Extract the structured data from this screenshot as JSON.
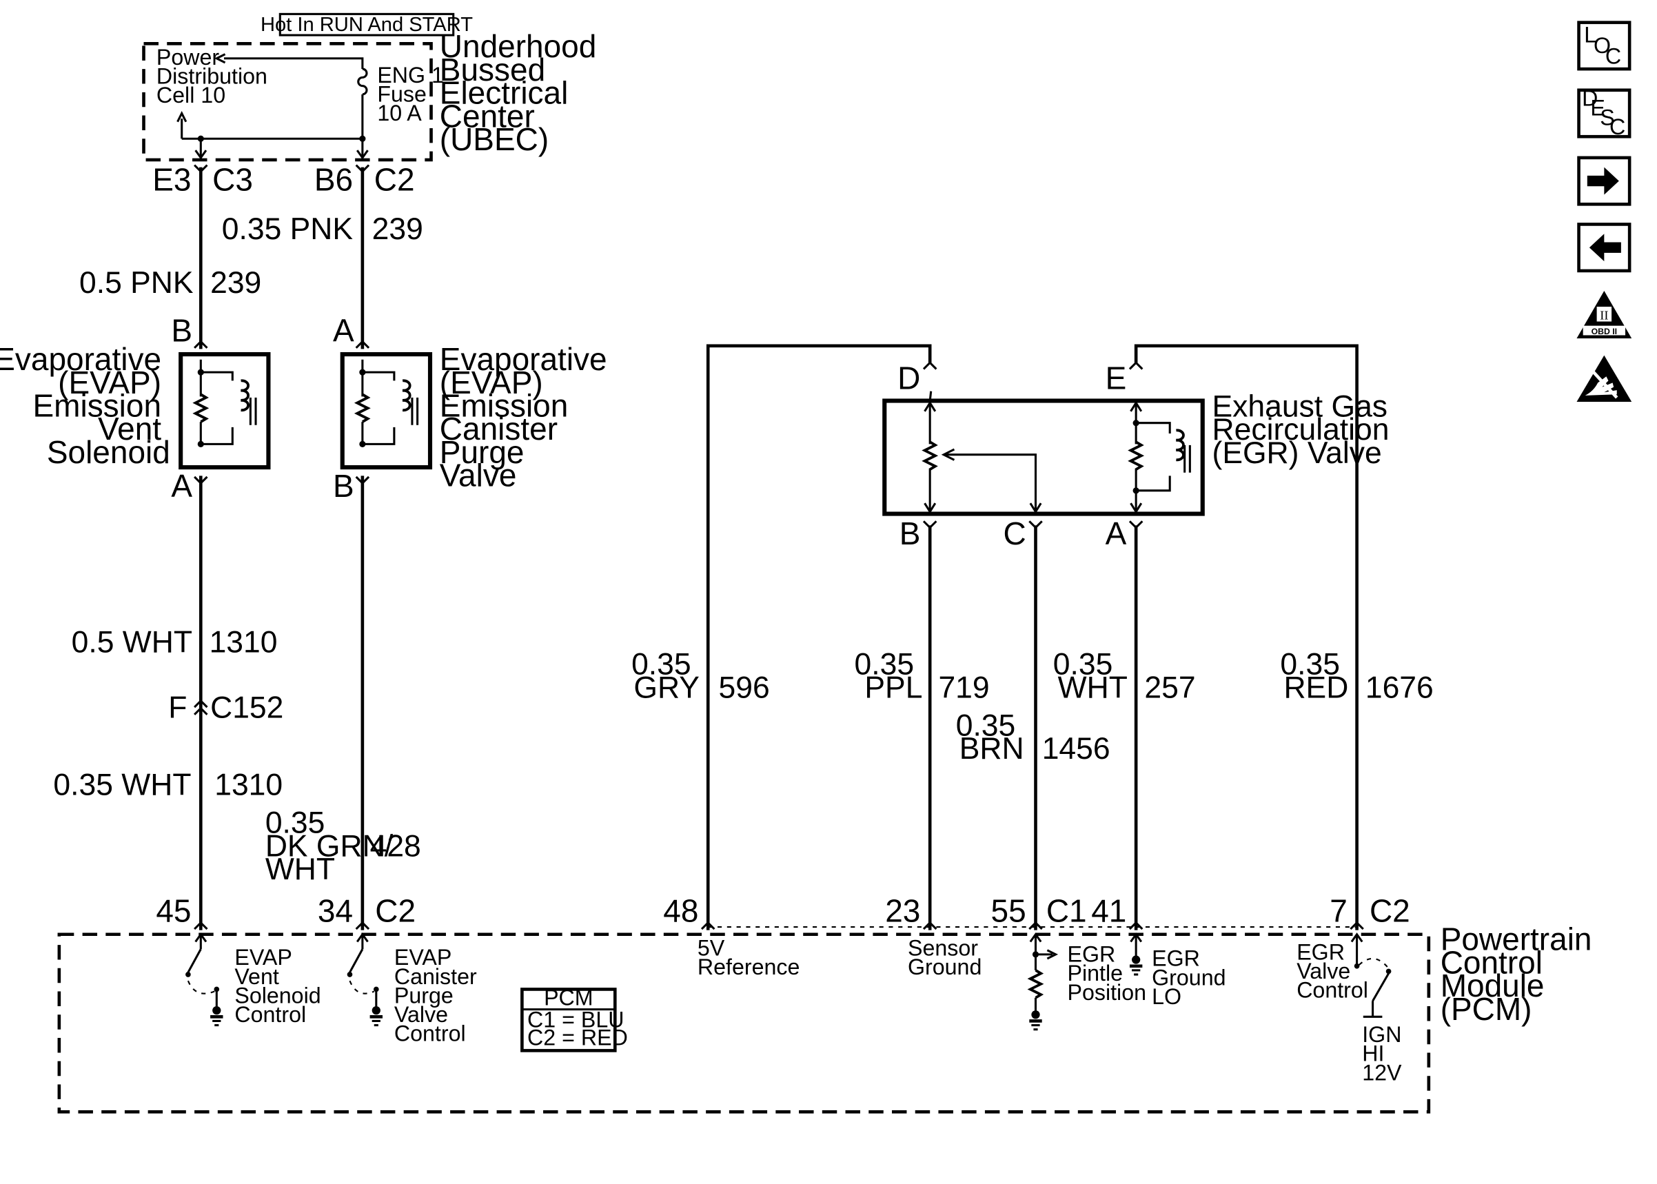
{
  "ubec": {
    "hot_label": "Hot In RUN And START",
    "title": [
      "Underhood",
      "Bussed",
      "Electrical",
      "Center",
      "(UBEC)"
    ],
    "power_dist": [
      "Power",
      "Distribution",
      "Cell 10"
    ],
    "fuse": [
      "ENG 1",
      "Fuse",
      "10 A"
    ],
    "pins": {
      "e3": "E3",
      "c3": "C3",
      "b6": "B6",
      "c2": "C2"
    }
  },
  "vent_solenoid": {
    "label": [
      "Evaporative",
      "(EVAP)",
      "Emission",
      "Vent",
      "Solenoid"
    ],
    "pin_top": "B",
    "pin_bottom": "A",
    "wire_top": {
      "color": "0.5 PNK",
      "circuit": "239"
    },
    "wire_mid": {
      "color": "0.5 WHT",
      "circuit": "1310"
    },
    "connector": {
      "pin": "F",
      "name": "C152"
    },
    "wire_low": {
      "color": "0.35 WHT",
      "circuit": "1310"
    }
  },
  "purge_valve": {
    "label": [
      "Evaporative",
      "(EVAP)",
      "Emission",
      "Canister",
      "Purge",
      "Valve"
    ],
    "pin_top": "A",
    "pin_bottom": "B",
    "wire_top": {
      "color": "0.35 PNK",
      "circuit": "239"
    },
    "wire_low": {
      "color": [
        "0.35",
        "DK GRN/",
        "WHT"
      ],
      "circuit": "428"
    }
  },
  "egr_valve": {
    "label": [
      "Exhaust Gas",
      "Recirculation",
      "(EGR) Valve"
    ],
    "pins": {
      "d": "D",
      "e": "E",
      "b": "B",
      "c": "C",
      "a": "A"
    }
  },
  "egr_wires": [
    {
      "gauge": "0.35",
      "color": "GRY",
      "circuit": "596"
    },
    {
      "gauge": "0.35",
      "color": "PPL",
      "circuit": "719"
    },
    {
      "gauge": "0.35",
      "color": "BRN",
      "circuit": "1456"
    },
    {
      "gauge": "0.35",
      "color": "WHT",
      "circuit": "257"
    },
    {
      "gauge": "0.35",
      "color": "RED",
      "circuit": "1676"
    }
  ],
  "pcm": {
    "title": [
      "Powertrain",
      "Control",
      "Module",
      "(PCM)"
    ],
    "legend_title": "PCM",
    "legend_lines": [
      "C1 = BLU",
      "C2 = RED"
    ],
    "pins": {
      "p45": "45",
      "p34": "34",
      "c2a": "C2",
      "p48": "48",
      "p23": "23",
      "p55": "55",
      "c1": "C1",
      "p41": "41",
      "p7": "7",
      "c2b": "C2"
    },
    "vent_control": [
      "EVAP",
      "Vent",
      "Solenoid",
      "Control"
    ],
    "purge_control": [
      "EVAP",
      "Canister",
      "Purge",
      "Valve",
      "Control"
    ],
    "ref_5v": [
      "5V",
      "Reference"
    ],
    "sensor_ground": [
      "Sensor",
      "Ground"
    ],
    "pintle": [
      "EGR",
      "Pintle",
      "Position"
    ],
    "ground_lo": [
      "EGR",
      "Ground",
      "LO"
    ],
    "valve_control": [
      "EGR",
      "Valve",
      "Control"
    ],
    "ign": [
      "IGN",
      "HI",
      "12V"
    ]
  },
  "nav": {
    "loc": {
      "l": "L",
      "o": "O",
      "c": "C"
    },
    "desc": {
      "d": "D",
      "e": "E",
      "s": "S",
      "c": "C"
    },
    "obd_roman": "II",
    "obd_label": "OBD II",
    "icons": [
      "loc-icon",
      "desc-icon",
      "arrow-right-icon",
      "arrow-left-icon",
      "obd-ii-warning-icon",
      "esd-warning-icon"
    ]
  }
}
